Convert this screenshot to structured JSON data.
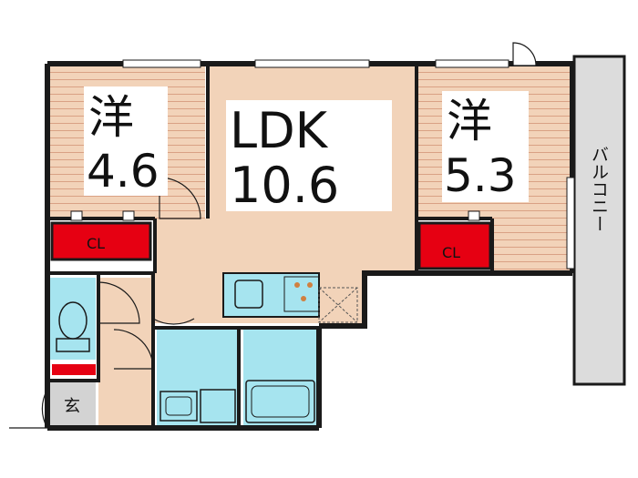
{
  "rooms": {
    "western_left": {
      "kanji": "洋",
      "size": "4.6"
    },
    "ldk": {
      "name": "LDK",
      "size": "10.6"
    },
    "western_right": {
      "kanji": "洋",
      "size": "5.3"
    }
  },
  "closets": {
    "left": "CL",
    "right": "CL"
  },
  "entrance": "玄",
  "balcony": "バルコニー",
  "colors": {
    "wall": "#1a1a1a",
    "flooring": "#f2d3b9",
    "flooring_line": "#d9a184",
    "closet": "#e60012",
    "water": "#a6e4ef",
    "balcony": "#dcdcdc",
    "entrance_floor": "#d3d3d3",
    "label_box": "#ffffff"
  }
}
